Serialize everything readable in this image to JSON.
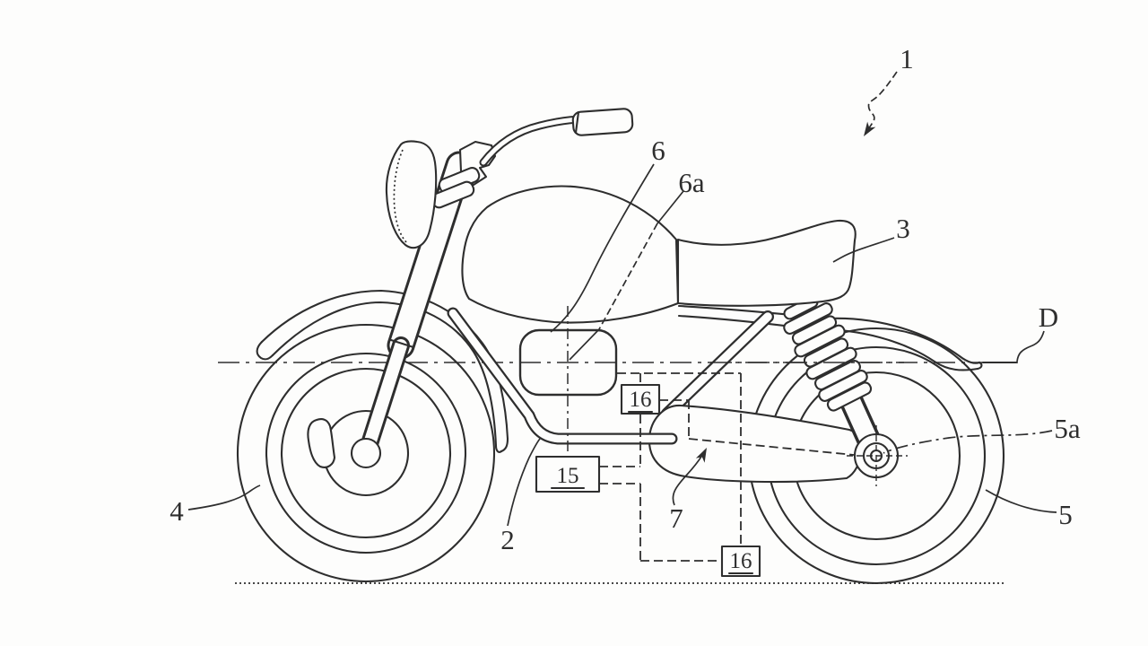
{
  "figure": {
    "type": "patent-line-drawing",
    "subject": "electric motorcycle side view with numbered parts",
    "colors": {
      "ink": "#2e2e2e",
      "paper": "#fdfdfc"
    },
    "labels": {
      "l1": "1",
      "l2": "2",
      "l3": "3",
      "l4": "4",
      "l5": "5",
      "l5a": "5a",
      "l6": "6",
      "l6a": "6a",
      "l7": "7",
      "lD": "D",
      "l15": "15",
      "l16a": "16",
      "l16b": "16"
    }
  }
}
